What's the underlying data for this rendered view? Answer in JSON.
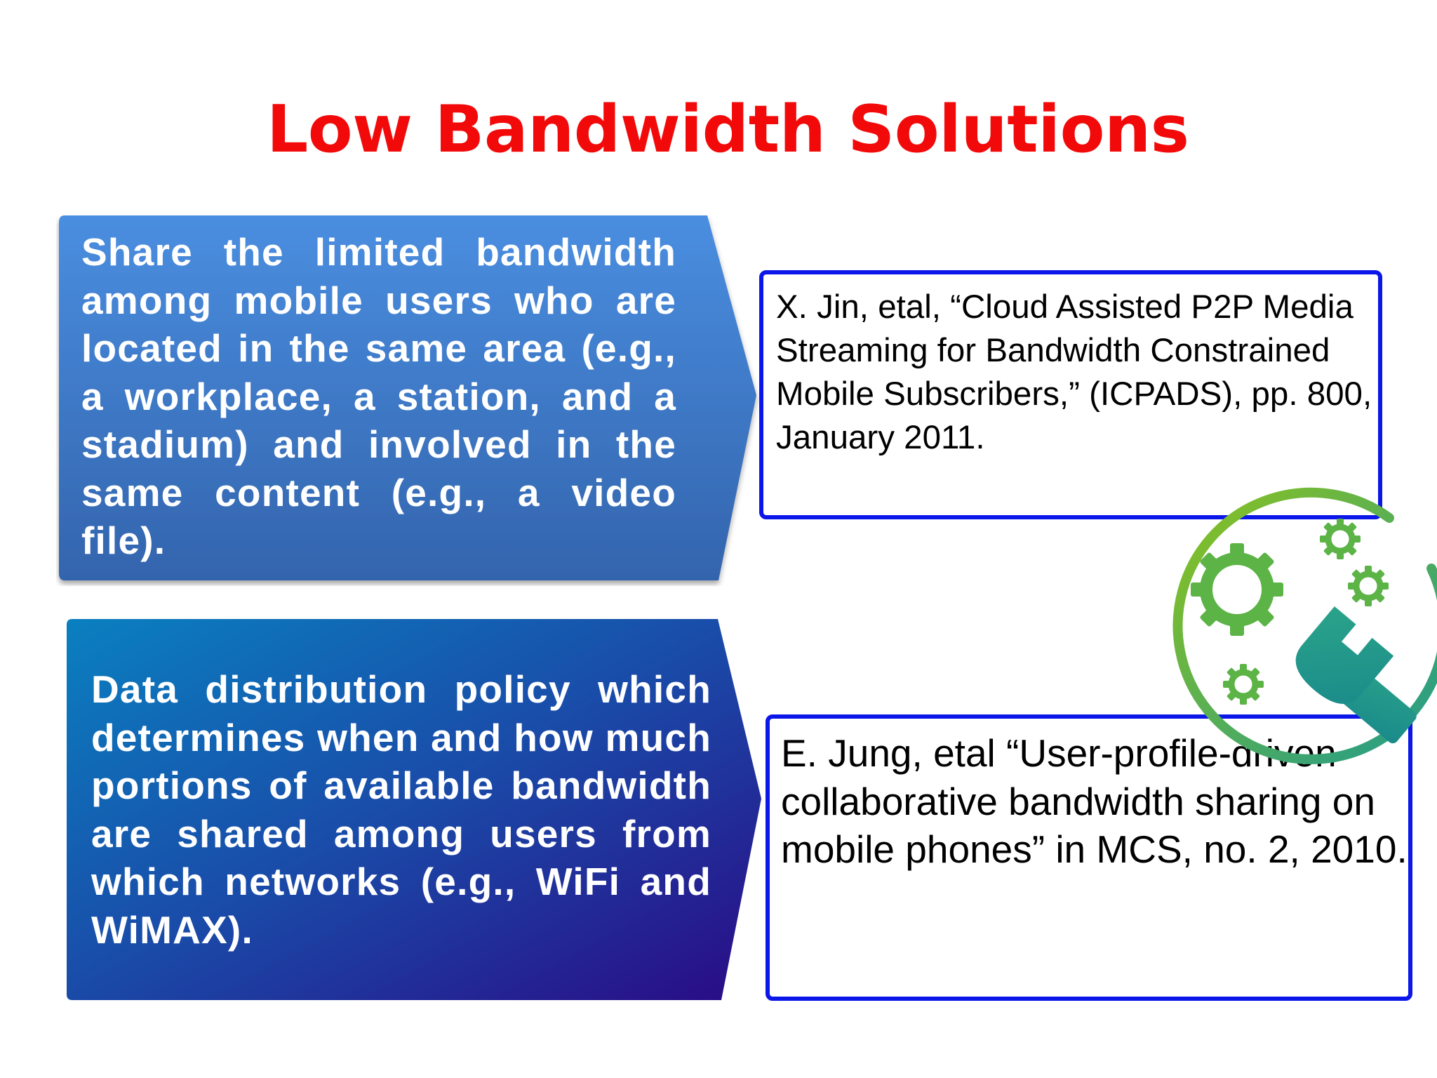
{
  "slide": {
    "title": "Low Bandwidth Solutions",
    "solutions": [
      {
        "text": "Share the limited bandwidth among mobile users who are located in the same area (e.g., a workplace, a station, and a stadium) and involved in the same content (e.g., a video file).",
        "reference": "X. Jin, etal, “Cloud Assisted P2P Media Streaming for Bandwidth Constrained Mobile Subscribers,” (ICPADS), pp. 800, January 2011."
      },
      {
        "text": "Data distribution policy which determines when and how much portions of available bandwidth are shared among users from which networks (e.g., WiFi and WiMAX).",
        "reference": "E. Jung, etal “User-profile-driven collaborative bandwidth sharing on mobile phones” in  MCS, no. 2, 2010."
      }
    ],
    "icon": "gears-and-wrench-icon",
    "colors": {
      "title": "#f20a0a",
      "chevron1_top": "#4a8ee0",
      "chevron1_bottom": "#3364ad",
      "chevron2_top": "#0a7fbf",
      "chevron2_bottom": "#2a0a85",
      "ref_border": "#0b16e8",
      "icon_green": "#7ab82a",
      "icon_teal": "#1e9a8c"
    }
  }
}
